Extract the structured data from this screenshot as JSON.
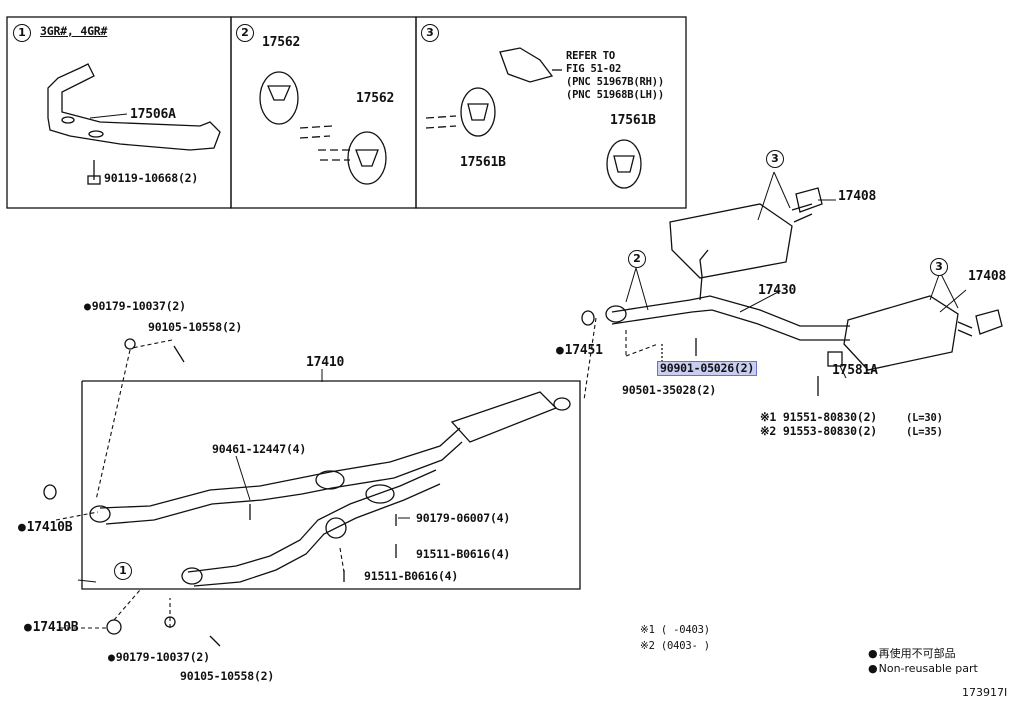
{
  "boxes": {
    "box1": {
      "num": "1",
      "header": "3GR#, 4GR#",
      "part_bracket": "17506A",
      "bolt": "90119-10668(2)"
    },
    "box2": {
      "num": "2",
      "hanger_a": "17562",
      "hanger_b": "17562"
    },
    "box3": {
      "num": "3",
      "refer": [
        "REFER TO",
        "FIG 51-02",
        "(PNC 51967B(RH))",
        "(PNC 51968B(LH))"
      ],
      "hanger_a": "17561B",
      "hanger_b": "17561B"
    }
  },
  "parts": {
    "p17410": "17410",
    "p17430": "17430",
    "p17408_top": "17408",
    "p17408_right": "17408",
    "p17451": "17451",
    "p17581A": "17581A",
    "p90179_top": "90179-10037(2)",
    "p90105_top": "90105-10558(2)",
    "p90461": "90461-12447(4)",
    "p90179_06007": "90179-06007(4)",
    "p91511_a": "91511-B0616(4)",
    "p91511_b": "91511-B0616(4)",
    "p17410B_a": "17410B",
    "p17410B_b": "17410B",
    "p90179_bottom": "90179-10037(2)",
    "p90105_bottom": "90105-10558(2)",
    "p90901_highlight": "90901-05026(2)",
    "p90501": "90501-35028(2)",
    "p91551": "※1 91551-80830(2)",
    "p91551_len": "(L=30)",
    "p91553": "※2 91553-80830(2)",
    "p91553_len": "(L=35)"
  },
  "callouts": {
    "c1": "1",
    "c2": "2",
    "c3a": "3",
    "c3b": "3"
  },
  "notes": {
    "n1": "※1 (     -0403)",
    "n2": "※2 (0403-     )"
  },
  "legend": {
    "jp": "再使用不可部品",
    "en": "Non-reusable part"
  },
  "diagram_id": "173917I"
}
